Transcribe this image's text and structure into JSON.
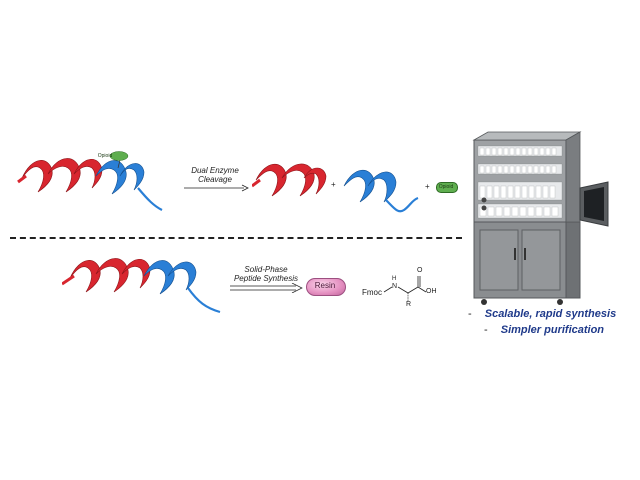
{
  "top_row": {
    "opioid_tag": "Opioid",
    "arrow_label_line1": "Dual Enzyme",
    "arrow_label_line2": "Cleavage",
    "plus1": "+",
    "plus2": "+",
    "product_tag": "Opioid"
  },
  "bottom_row": {
    "arrow_label_line1": "Solid-Phase",
    "arrow_label_line2": "Peptide Synthesis",
    "resin_label": "Resin",
    "fmoc_label": "Fmoc",
    "n_label": "N",
    "h_label": "H",
    "o_label": "O",
    "oh_label": "OH",
    "r_label": "R"
  },
  "benefits": [
    {
      "dash": "-",
      "text": "Scalable, rapid synthesis"
    },
    {
      "dash": "-",
      "text": "Simpler purification"
    }
  ],
  "colors": {
    "red_helix": "#d8262f",
    "blue_helix": "#2a7fd6",
    "opioid_green": "#5fae4f",
    "resin_pink": "#e48fc0",
    "benefit_text": "#1f3a8a",
    "machine_gray": "#8a8d90"
  }
}
